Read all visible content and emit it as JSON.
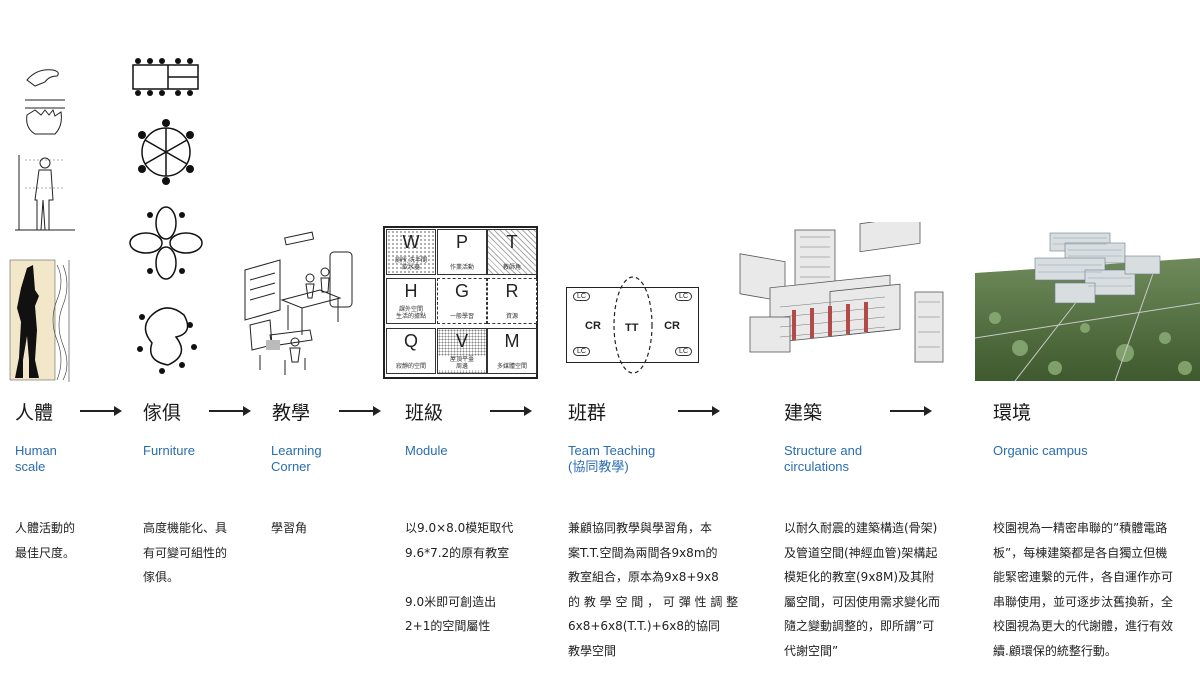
{
  "columns": [
    {
      "zh": "人體",
      "en": "Human\nscale",
      "desc": "人體活動的\n最佳尺度。"
    },
    {
      "zh": "傢俱",
      "en": "Furniture",
      "desc": "高度機能化、具\n有可變可組性的\n傢俱。"
    },
    {
      "zh": "教學",
      "en": "Learning\nCorner",
      "desc": "學習角"
    },
    {
      "zh": "班級",
      "en": "Module",
      "desc": "以9.0×8.0模矩取代\n9.6*7.2的原有教室\n\n9.0米即可創造出\n2+1的空間屬性"
    },
    {
      "zh": "班群",
      "en": "Team Teaching\n(協同教學)",
      "desc": "兼顧協同教學與學習角，本\n案T.T.空間為兩間各9x8m的\n教室組合，原本為9x8+9x8\n的 教 學 空 間 ， 可 彈 性 調 整\n6x8+6x8(T.T.)+6x8的協同\n教學空間"
    },
    {
      "zh": "建築",
      "en": "Structure and\ncirculations",
      "desc": "以耐久耐震的建築構造(骨架)\n及管道空間(神經血管)架構起\n模矩化的教室(9x8M)及其附\n屬空間，可因使用需求變化而\n隨之變動調整的，即所謂”可\n代謝空間”"
    },
    {
      "zh": "環境",
      "en": "Organic campus",
      "desc": "校園視為一精密串聯的”積體電路\n板”，每棟建築都是各自獨立但機\n能緊密連繫的元件，各自運作亦可\n串聯使用，並可逐步汰舊換新，全\n校園視為更大的代謝體，進行有效\n續.顧環保的統整行動。"
    }
  ],
  "module_grid": [
    {
      "letter": "W",
      "sub": "廁所,洗手間\n飲水器"
    },
    {
      "letter": "P",
      "sub": "作業活動"
    },
    {
      "letter": "T",
      "sub": "教師角"
    },
    {
      "letter": "H",
      "sub": "課外空間\n生活的據點"
    },
    {
      "letter": "G",
      "sub": "一般學習"
    },
    {
      "letter": "R",
      "sub": "資源"
    },
    {
      "letter": "Q",
      "sub": "寂靜的空間"
    },
    {
      "letter": "V",
      "sub": "屋頂平臺\n周邊"
    },
    {
      "letter": "M",
      "sub": "多媒體空間"
    }
  ],
  "team_diagram": {
    "lc": "LC",
    "cr": "CR",
    "tt": "TT"
  },
  "colors": {
    "accent": "#2a6db0",
    "text": "#222222"
  }
}
